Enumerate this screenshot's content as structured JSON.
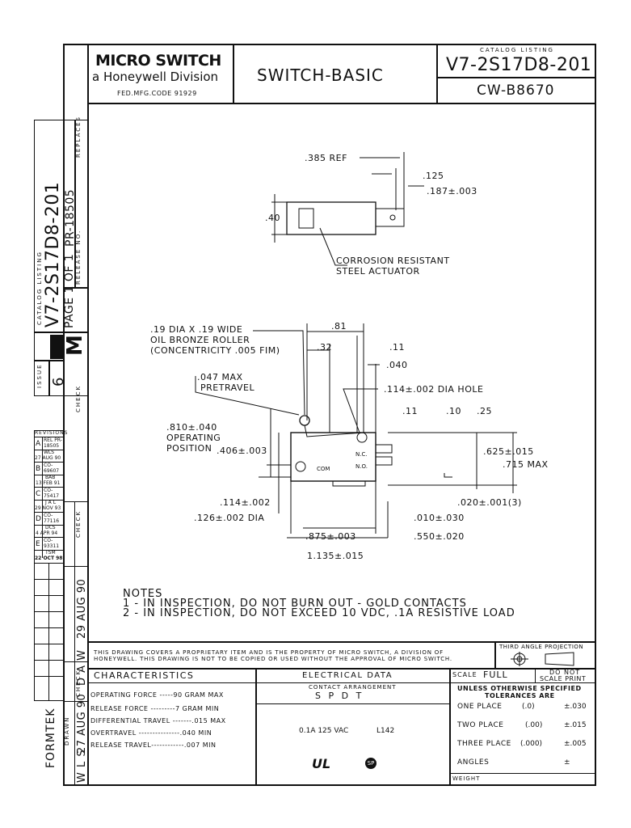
{
  "title_block": {
    "company": "MICRO SWITCH",
    "division": "a Honeywell Division",
    "fed_code": "FED.MFG.CODE 91929",
    "product": "SWITCH-BASIC",
    "catalog_label": "CATALOG LISTING",
    "catalog_number": "V7-2S17D8-201",
    "drawing_number": "CW-B8670"
  },
  "side_strip": {
    "replaces_label": "REPLACES",
    "catalog_label": "CATALOG LISTING",
    "catalog_number": "V7-2S17D8-201",
    "page_text": "PAGE 1 OF 1",
    "release_label": "RELEASE NO.",
    "release_no": "PR-18505",
    "issue_label": "ISSUE",
    "issue": "6",
    "m_logo": "M",
    "check_label": "CHECK"
  },
  "revisions": {
    "title": "REVISIONS",
    "rows": [
      {
        "letter": "A",
        "desc": "REL PR-18505",
        "who": "WLS",
        "date": "27 AUG 90"
      },
      {
        "letter": "B",
        "desc": "CO-69607",
        "who": "BAB",
        "date": "13 FEB 91"
      },
      {
        "letter": "C",
        "desc": "CO-75417",
        "who": "J A L",
        "date": "29 NOV 93"
      },
      {
        "letter": "D",
        "desc": "CO-77116",
        "who": "DCS",
        "date": "4 APR 94"
      },
      {
        "letter": "E",
        "desc": "CO-93311",
        "who": "TSM",
        "date": "22 OCT 98"
      }
    ],
    "check_label": "CHECK",
    "check_date": "29 AUG 90",
    "check_initials": "D A W",
    "drawn_label": "DRAWN",
    "drawn_date": "27 AUG 90",
    "drawn_initials": "W L S",
    "check2_label": "CHECK",
    "formtek": "FORMTEK"
  },
  "drawing_top": {
    "dim_385": ".385 REF",
    "dim_125": ".125",
    "dim_187": ".187±.003",
    "dim_40": ".40",
    "note_line1": "CORROSION RESISTANT",
    "note_line2": "STEEL ACTUATOR"
  },
  "drawing_main": {
    "roller_line1": ".19 DIA X .19 WIDE",
    "roller_line2": "OIL BRONZE ROLLER",
    "roller_line3": "(CONCENTRICITY .005 FIM)",
    "dim_81": ".81",
    "dim_32": ".32",
    "dim_11a": ".11",
    "dim_040": ".040",
    "pretravel_line1": ".047 MAX",
    "pretravel_line2": "PRETRAVEL",
    "dia_hole": ".114±.002 DIA HOLE",
    "dim_11b": ".11",
    "dim_10": ".10",
    "dim_25": ".25",
    "op_line1": ".810±.040",
    "op_line2": "OPERATING",
    "op_line3": "POSITION",
    "dim_406": ".406±.003",
    "dim_625": ".625±.015",
    "dim_715": ".715 MAX",
    "label_com": "COM",
    "label_nc": "N.C.",
    "label_no": "N.O.",
    "dim_114": ".114±.002",
    "dim_020": ".020±.001(3)",
    "dim_126": ".126±.002 DIA",
    "dim_010": ".010±.030",
    "dim_875": ".875±.003",
    "dim_550": ".550±.020",
    "dim_1135": "1.135±.015"
  },
  "notes": {
    "title": "NOTES",
    "items": [
      "1 - IN INSPECTION, DO NOT BURN OUT - GOLD CONTACTS",
      "2 - IN INSPECTION, DO NOT EXCEED 10 VDC, .1A RESISTIVE LOAD"
    ]
  },
  "proprietary": {
    "line1": "THIS DRAWING COVERS A PROPRIETARY ITEM AND IS THE PROPERTY OF MICRO SWITCH, A DIVISION OF",
    "line2": "HONEYWELL. THIS DRAWING IS NOT TO BE COPIED OR USED WITHOUT THE APPROVAL OF MICRO SWITCH.",
    "projection": "THIRD ANGLE PROJECTION"
  },
  "characteristics": {
    "title": "CHARACTERISTICS",
    "rows": [
      "OPERATING FORCE -----90 GRAM MAX",
      "RELEASE FORCE ---------7 GRAM MIN",
      "DIFFERENTIAL TRAVEL -------.015 MAX",
      "OVERTRAVEL ---------------.040 MIN",
      "RELEASE TRAVEL------------.007 MIN"
    ]
  },
  "electrical": {
    "title": "ELECTRICAL DATA",
    "contact_label": "CONTACT ARRANGEMENT",
    "contact_value": "S P D T",
    "rating": "0.1A 125 VAC",
    "code": "L142",
    "ul_mark": "UL",
    "csa_mark": "SP"
  },
  "tolerances": {
    "scale_label": "SCALE",
    "scale_value": "FULL",
    "do_not": "DO NOT",
    "scale_print": "SCALE PRINT",
    "unless_line1": "UNLESS OTHERWISE SPECIFIED",
    "unless_line2": "TOLERANCES ARE",
    "rows": [
      {
        "label": "ONE PLACE",
        "paren": "(.0)",
        "value": "±.030"
      },
      {
        "label": "TWO PLACE",
        "paren": "(.00)",
        "value": "±.015"
      },
      {
        "label": "THREE PLACE",
        "paren": "(.000)",
        "value": "±.005"
      },
      {
        "label": "ANGLES",
        "paren": "",
        "value": "±"
      }
    ],
    "weight_label": "WEIGHT"
  },
  "colors": {
    "ink": "#111111",
    "paper": "#ffffff"
  }
}
